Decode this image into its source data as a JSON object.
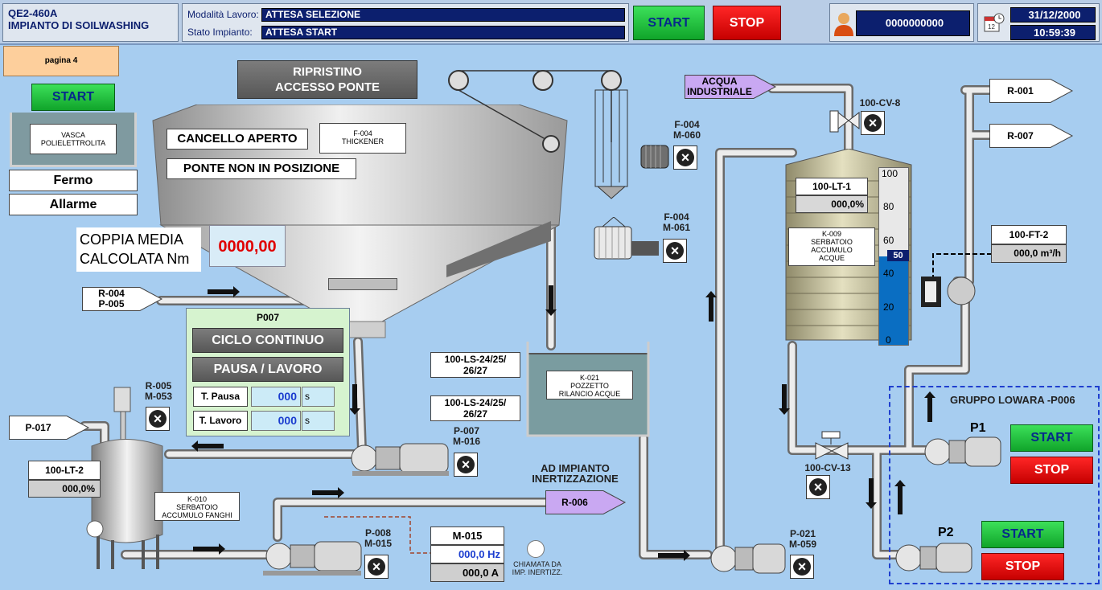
{
  "header": {
    "code": "QE2-460A",
    "plant": "IMPIANTO DI SOILWASHING",
    "mode_label": "Modalità Lavoro:",
    "mode_value": "ATTESA SELEZIONE",
    "state_label": "Stato Impianto:",
    "state_value": "ATTESA START",
    "start_label": "START",
    "stop_label": "STOP",
    "user_id": "0000000000",
    "date": "31/12/2000",
    "time": "10:59:39"
  },
  "page_button": "pagina 4",
  "vasca": {
    "start": "START",
    "label": "VASCA\nPOLIELETTROLITA",
    "status1": "Fermo",
    "status2": "Allarme"
  },
  "ripristino": "RIPRISTINO\nACCESSO PONTE",
  "thickener": {
    "cancello": "CANCELLO APERTO",
    "ponte": "PONTE NON IN POSIZIONE",
    "label": "F-004\nTHICKENER",
    "coppia_label": "COPPIA MEDIA\nCALCOLATA Nm",
    "coppia_value": "0000,00"
  },
  "motors": {
    "f004_m060": "F-004\nM-060",
    "f004_m061": "F-004\nM-061",
    "r005_m053": "R-005\nM-053",
    "p007_m016": "P-007\nM-016",
    "p008_m015": "P-008\nM-015",
    "p021_m059": "P-021\nM-059"
  },
  "tags": {
    "r004": "R-004\nP-005",
    "p017": "P-017",
    "acqua": "ACQUA\nINDUSTRIALE",
    "r001": "R-001",
    "r007": "R-007",
    "r006": "R-006",
    "cv8": "100-CV-8",
    "cv13": "100-CV-13",
    "ls1": "100-LS-24/25/\n26/27",
    "ls2": "100-LS-24/25/\n26/27",
    "ad_impianto": "AD IMPIANTO\nINERTIZZAZIONE"
  },
  "p007": {
    "title": "P007",
    "ciclo": "CICLO CONTINUO",
    "pausa": "PAUSA / LAVORO",
    "t_pausa_label": "T. Pausa",
    "t_pausa_value": "000",
    "t_lavoro_label": "T. Lavoro",
    "t_lavoro_value": "000",
    "unit": "s"
  },
  "pozzetto": "K-021\nPOZZETTO\nRILANCIO ACQUE",
  "serbatoio": {
    "lt_label": "100-LT-1",
    "lt_value": "000,0%",
    "label": "K-009\nSERBATOIO\nACCUMULO\nACQUE",
    "scale": [
      "100",
      "80",
      "60",
      "40",
      "20",
      "0"
    ],
    "marker": "50",
    "level_percent": 50
  },
  "ft2": {
    "label": "100-FT-2",
    "value": "000,0 m³/h"
  },
  "lowara": {
    "title": "GRUPPO LOWARA -P006",
    "p1": "P1",
    "p2": "P2",
    "start": "START",
    "stop": "STOP"
  },
  "k010": {
    "lt_label": "100-LT-2",
    "lt_value": "000,0%",
    "label": "K-010\nSERBATOIO\nACCUMULO FANGHI"
  },
  "m015": {
    "label": "M-015",
    "hz": "000,0 Hz",
    "amp": "000,0 A"
  },
  "chiamata": "CHIAMATA DA\nIMP. INERTIZZ.",
  "colors": {
    "pipe": "#e8e8e8",
    "navy": "#0c1f6e",
    "bg": "#a7cdf0",
    "purple": "#c9a8f2"
  }
}
